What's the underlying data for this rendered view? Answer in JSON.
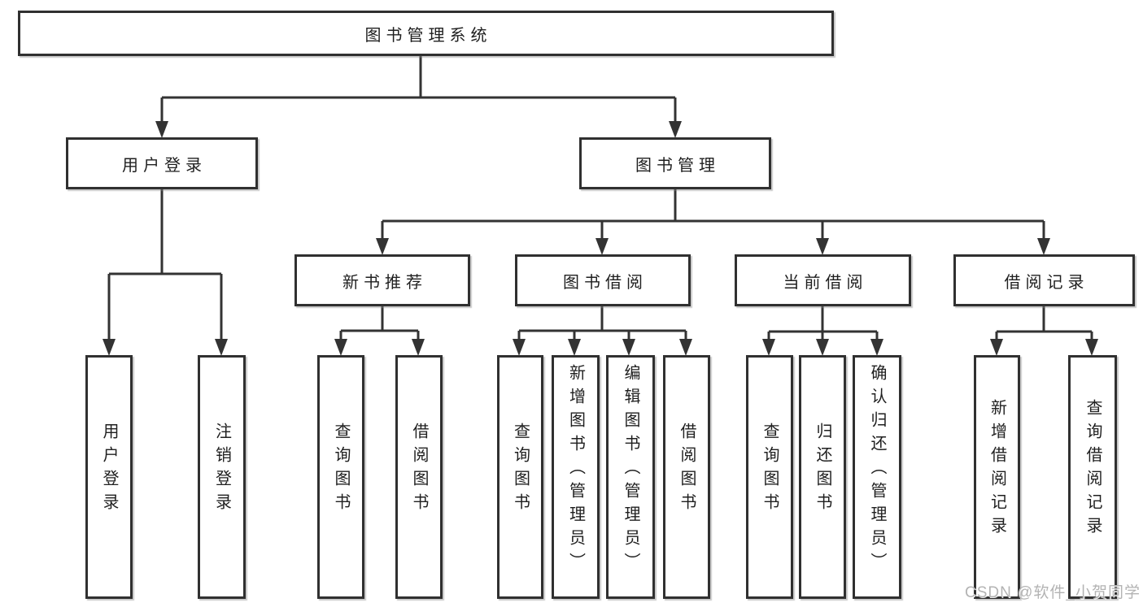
{
  "tree": {
    "root": {
      "label": "图书管理系统"
    },
    "branches": [
      {
        "label": "用户登录",
        "children": [
          {
            "label": "用户登录"
          },
          {
            "label": "注销登录"
          }
        ]
      },
      {
        "label": "图书管理",
        "children": [
          {
            "label": "新书推荐",
            "children": [
              {
                "label": "查询图书"
              },
              {
                "label": "借阅图书"
              }
            ]
          },
          {
            "label": "图书借阅",
            "children": [
              {
                "label": "查询图书"
              },
              {
                "label": "新增图书（管理员）"
              },
              {
                "label": "编辑图书（管理员）"
              },
              {
                "label": "借阅图书"
              }
            ]
          },
          {
            "label": "当前借阅",
            "children": [
              {
                "label": "查询图书"
              },
              {
                "label": "归还图书"
              },
              {
                "label": "确认归还（管理员）"
              }
            ]
          },
          {
            "label": "借阅记录",
            "children": [
              {
                "label": "新增借阅记录"
              },
              {
                "label": "查询借阅记录"
              }
            ]
          }
        ]
      }
    ]
  },
  "watermark": {
    "text": "CSDN @软件_小贺同学"
  },
  "colors": {
    "line": "#333333",
    "box_border": "#303030",
    "text": "#1f1f1f",
    "watermark": "#b3b3b3",
    "background": "#ffffff"
  }
}
